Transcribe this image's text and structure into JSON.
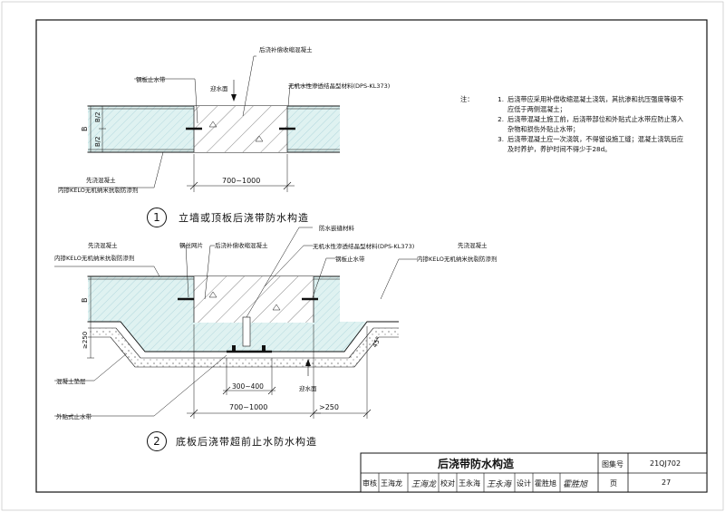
{
  "notes": {
    "heading": "注：",
    "items": [
      {
        "num": "1.",
        "text": "后浇带应采用补偿收缩混凝土浇筑，其抗渗和抗压强度等级不应低于两侧混凝土；"
      },
      {
        "num": "2.",
        "text": "后浇带混凝土施工前，后浇带部位和外贴式止水带应防止落入杂物和损伤外贴止水带；"
      },
      {
        "num": "3.",
        "text": "后浇带混凝土应一次浇筑，不得留设施工缝；混凝土浇筑后应及时养护，养护时间不得少于28d。"
      }
    ]
  },
  "detail1": {
    "number": "1",
    "title": "立墙或顶板后浇带防水构造",
    "labels": {
      "post_concrete": "后浇补偿收缩混凝土",
      "waterstop_steel": "钢板止水带",
      "water_side": "迎水面",
      "crystalline": "无机水性渗透结晶型材料(DPS-KL373)",
      "first_concrete": "先浇混凝土",
      "kelo": "内掺KELO无机纳米抗裂防渗剂",
      "dim_b": "B",
      "dim_b2_top": "B/2",
      "dim_b2_bot": "B/2",
      "dim_width": "700~1000"
    }
  },
  "detail2": {
    "number": "2",
    "title": "底板后浇带超前止水防水构造",
    "labels": {
      "first_concrete_left": "先浇混凝土",
      "kelo_left": "内掺KELO无机纳米抗裂防渗剂",
      "steel_mesh": "钢丝网片",
      "post_concrete": "后浇补偿收缩混凝土",
      "sealant": "防水嵌缝材料",
      "crystalline": "无机水性渗透结晶型材料(DPS-KL373)",
      "waterstop_steel": "钢板止水带",
      "first_concrete_right": "先浇混凝土",
      "kelo_right": "内掺KELO无机纳米抗裂防渗剂",
      "dim_b": "B",
      "dim_250": "≥250",
      "slope": "45°",
      "cushion": "混凝土垫层",
      "ext_waterstop": "外贴式止水带",
      "dim_300_400": "300~400",
      "water_side": "迎水面",
      "dim_width": "700~1000",
      "dim_250b": ">250"
    }
  },
  "title_block": {
    "title": "后浇带防水构造",
    "atlas_label": "图集号",
    "atlas_no": "21QJ702",
    "reviewer_label": "审核",
    "reviewer": "王海龙",
    "checker_label": "校对",
    "checker": "王永海",
    "designer_label": "设计",
    "designer": "霍胜旭",
    "page_label": "页",
    "page_no": "27",
    "sig_reviewer": "王海龙",
    "sig_checker": "王永海",
    "sig_designer": "霍胜旭"
  }
}
